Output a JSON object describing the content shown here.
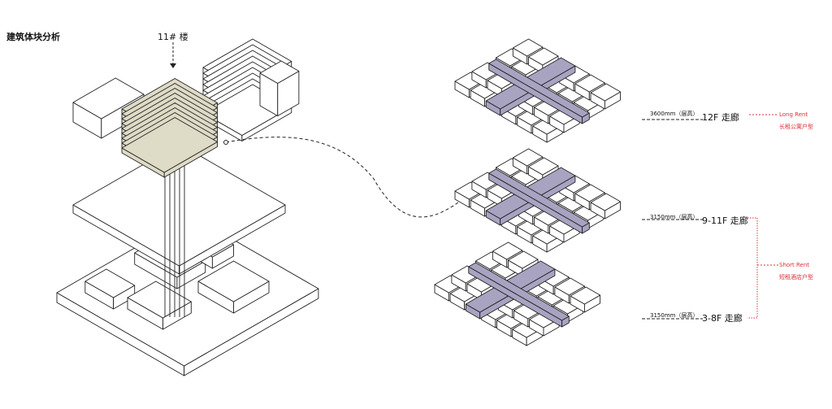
{
  "title": "建筑体块分析",
  "building_label": "11# 楼",
  "floors": [
    {
      "height": "3600mm（层高）",
      "name": "12F 走廊"
    },
    {
      "height": "3150mm（层高）",
      "name": "9-11F 走廊"
    },
    {
      "height": "3150mm（层高）",
      "name": "3-8F 走廊"
    }
  ],
  "types": [
    {
      "en": "Long Rent",
      "cn": "长租公寓户型"
    },
    {
      "en": "Short Rent",
      "cn": "短租酒店户型"
    }
  ],
  "colors": {
    "corridor": "#a9a3c2",
    "highlight": "#dedbc6",
    "annotation": "#d8323c",
    "line": "#222222"
  }
}
